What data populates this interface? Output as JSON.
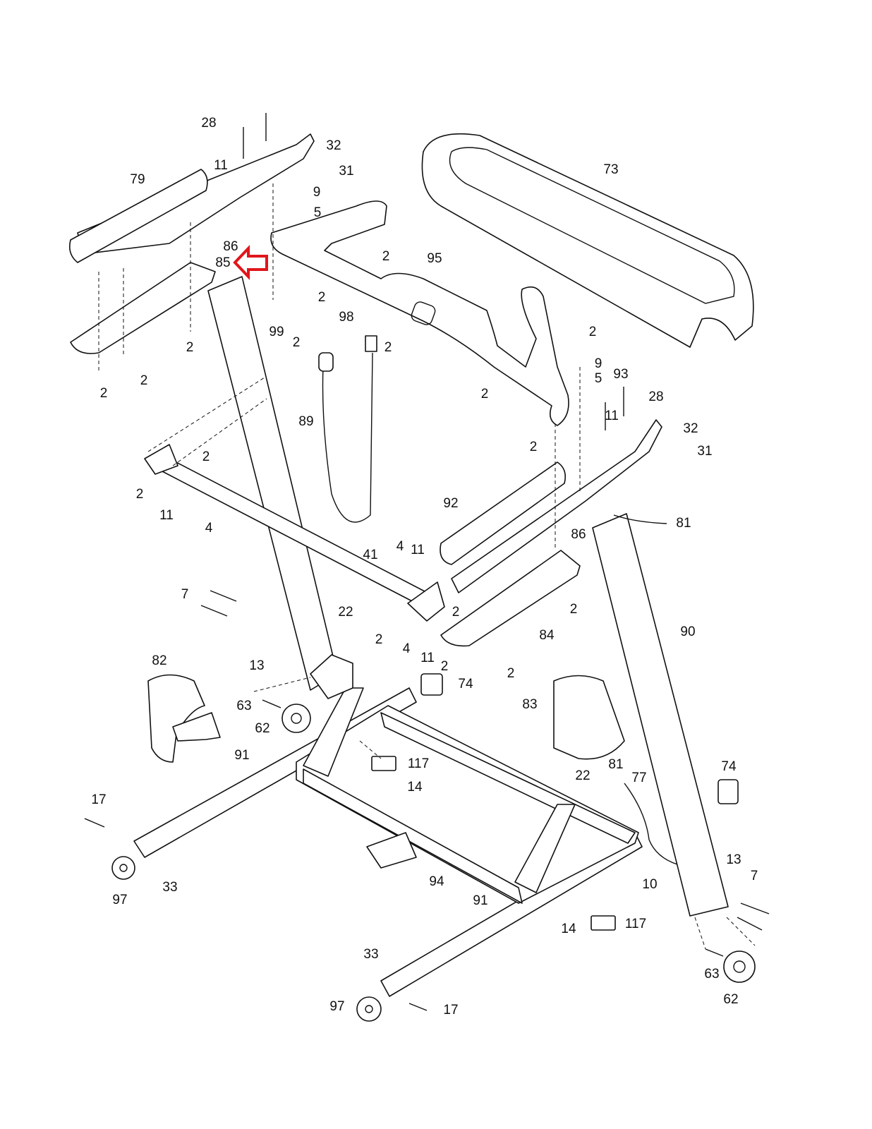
{
  "diagram": {
    "type": "exploded-parts-diagram",
    "highlight_color": "#e0161b",
    "highlighted_part": "85",
    "callouts": [
      "28",
      "32",
      "11",
      "31",
      "79",
      "73",
      "9",
      "5",
      "86",
      "85",
      "2",
      "95",
      "2",
      "98",
      "99",
      "2",
      "2",
      "2",
      "2",
      "9",
      "5",
      "93",
      "28",
      "2",
      "2",
      "2",
      "11",
      "32",
      "31",
      "2",
      "89",
      "2",
      "2",
      "11",
      "4",
      "92",
      "81",
      "86",
      "4",
      "11",
      "41",
      "7",
      "22",
      "2",
      "2",
      "84",
      "90",
      "2",
      "4",
      "11",
      "13",
      "2",
      "2",
      "82",
      "74",
      "63",
      "83",
      "62",
      "91",
      "117",
      "81",
      "77",
      "74",
      "22",
      "14",
      "17",
      "13",
      "10",
      "7",
      "33",
      "97",
      "94",
      "91",
      "117",
      "14",
      "33",
      "63",
      "62",
      "97",
      "17"
    ]
  }
}
